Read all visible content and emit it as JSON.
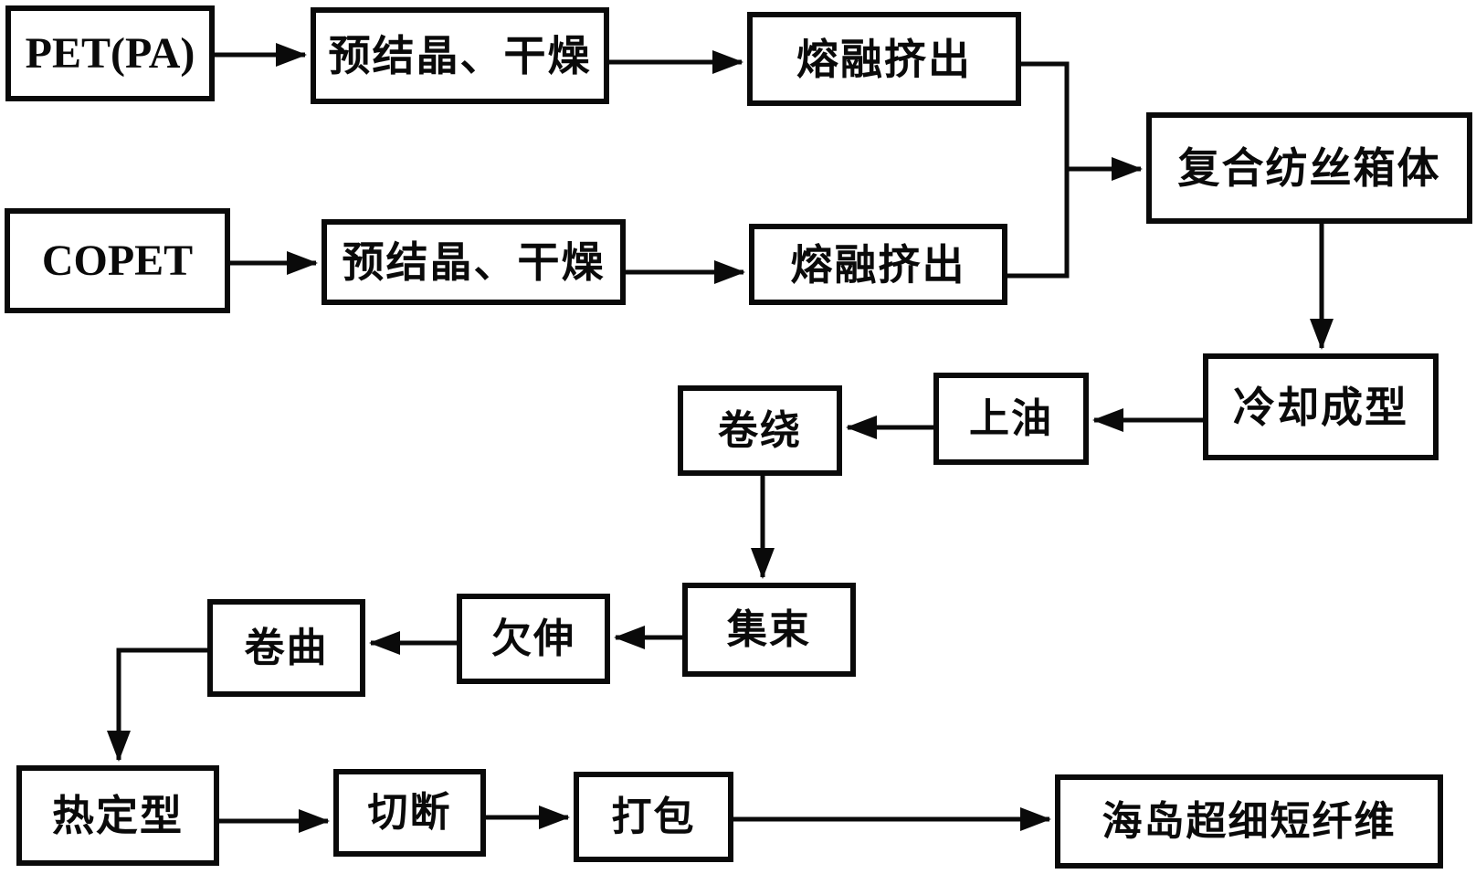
{
  "diagram": {
    "type": "flowchart",
    "background_color": "#ffffff",
    "line_color": "#0a0a0a",
    "nodes": [
      {
        "id": "pet",
        "label": "PET(PA)"
      },
      {
        "id": "precry1",
        "label": "预结晶、干燥"
      },
      {
        "id": "melt1",
        "label": "熔融挤出"
      },
      {
        "id": "spinbox",
        "label": "复合纺丝箱体"
      },
      {
        "id": "copet",
        "label": "COPET"
      },
      {
        "id": "precry2",
        "label": "预结晶、干燥"
      },
      {
        "id": "melt2",
        "label": "熔融挤出"
      },
      {
        "id": "cool",
        "label": "冷却成型"
      },
      {
        "id": "oil",
        "label": "上油"
      },
      {
        "id": "wind",
        "label": "卷绕"
      },
      {
        "id": "bundle",
        "label": "集束"
      },
      {
        "id": "draw",
        "label": "欠伸"
      },
      {
        "id": "crimp",
        "label": "卷曲"
      },
      {
        "id": "heatset",
        "label": "热定型"
      },
      {
        "id": "cut",
        "label": "切断"
      },
      {
        "id": "pack",
        "label": "打包"
      },
      {
        "id": "final",
        "label": "海岛超细短纤维"
      }
    ],
    "edges": [
      {
        "from": "pet",
        "to": "precry1"
      },
      {
        "from": "precry1",
        "to": "melt1"
      },
      {
        "from": "melt1",
        "to": "merge-junction"
      },
      {
        "from": "copet",
        "to": "precry2"
      },
      {
        "from": "precry2",
        "to": "melt2"
      },
      {
        "from": "melt2",
        "to": "merge-junction"
      },
      {
        "from": "merge-junction",
        "to": "spinbox"
      },
      {
        "from": "spinbox",
        "to": "cool"
      },
      {
        "from": "cool",
        "to": "oil"
      },
      {
        "from": "oil",
        "to": "wind"
      },
      {
        "from": "wind",
        "to": "bundle"
      },
      {
        "from": "bundle",
        "to": "draw"
      },
      {
        "from": "draw",
        "to": "crimp"
      },
      {
        "from": "crimp",
        "to": "heatset"
      },
      {
        "from": "heatset",
        "to": "cut"
      },
      {
        "from": "cut",
        "to": "pack"
      },
      {
        "from": "pack",
        "to": "final"
      }
    ]
  }
}
